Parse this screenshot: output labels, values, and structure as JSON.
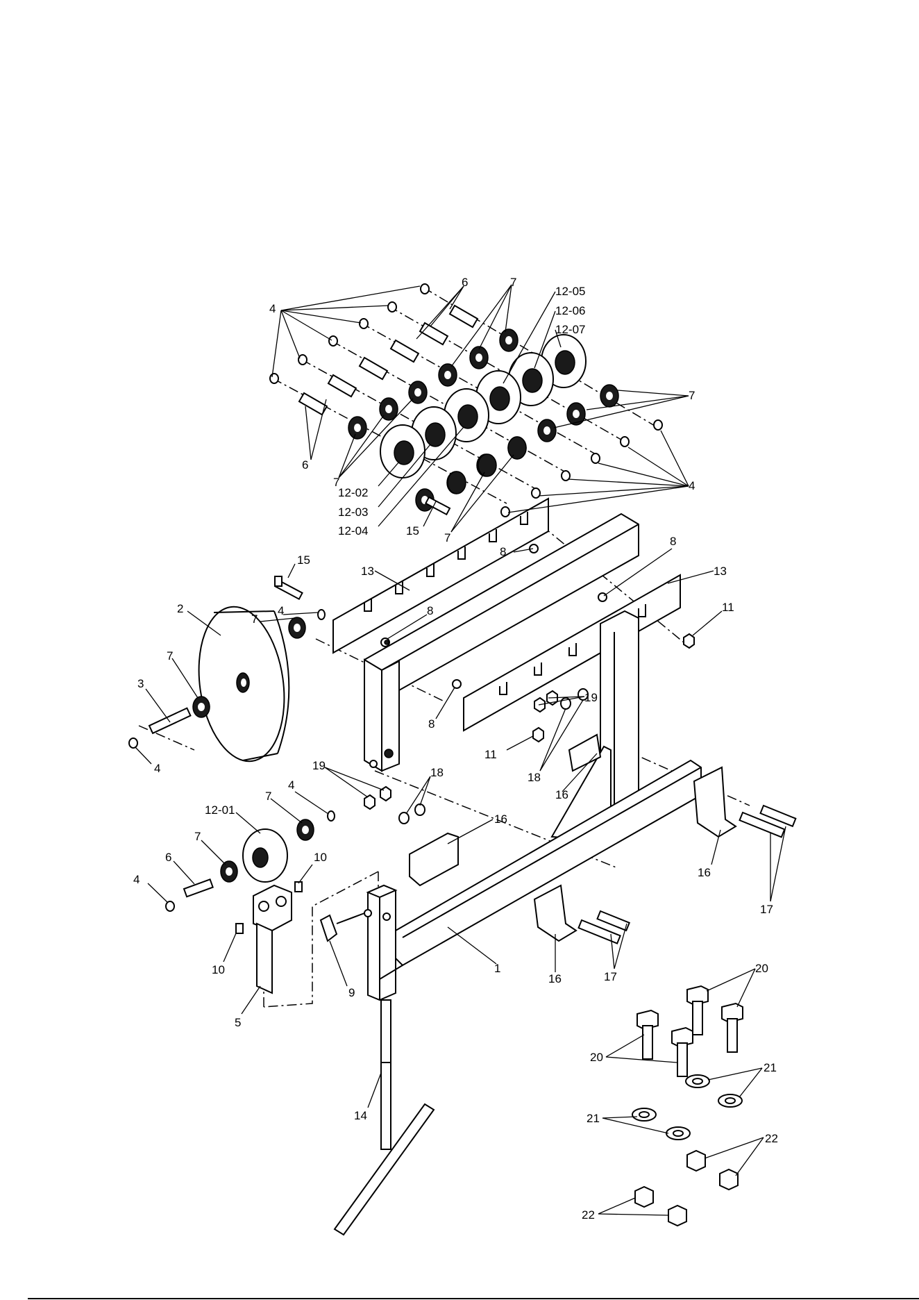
{
  "callouts": [
    {
      "id": "c4a",
      "text": "4"
    },
    {
      "id": "c6a",
      "text": "6"
    },
    {
      "id": "c7a",
      "text": "7"
    },
    {
      "id": "c1205",
      "text": "12-05"
    },
    {
      "id": "c1206",
      "text": "12-06"
    },
    {
      "id": "c1207",
      "text": "12-07"
    },
    {
      "id": "c7b",
      "text": "7"
    },
    {
      "id": "c6b",
      "text": "6"
    },
    {
      "id": "c7c",
      "text": "7"
    },
    {
      "id": "c1202",
      "text": "12-02"
    },
    {
      "id": "c1203",
      "text": "12-03"
    },
    {
      "id": "c1204",
      "text": "12-04"
    },
    {
      "id": "c15a",
      "text": "15"
    },
    {
      "id": "c7d",
      "text": "7"
    },
    {
      "id": "c4b",
      "text": "4"
    },
    {
      "id": "c8a",
      "text": "8"
    },
    {
      "id": "c13a",
      "text": "13"
    },
    {
      "id": "c8b",
      "text": "8"
    },
    {
      "id": "c8c",
      "text": "8"
    },
    {
      "id": "c13b",
      "text": "13"
    },
    {
      "id": "c11a",
      "text": "11"
    },
    {
      "id": "c15b",
      "text": "15"
    },
    {
      "id": "c2",
      "text": "2"
    },
    {
      "id": "c7e",
      "text": "7"
    },
    {
      "id": "c4c",
      "text": "4"
    },
    {
      "id": "c7f",
      "text": "7"
    },
    {
      "id": "c3",
      "text": "3"
    },
    {
      "id": "c4d",
      "text": "4"
    },
    {
      "id": "c8d",
      "text": "8"
    },
    {
      "id": "c19a",
      "text": "19"
    },
    {
      "id": "c11b",
      "text": "11"
    },
    {
      "id": "c18a",
      "text": "18"
    },
    {
      "id": "c16a",
      "text": "16"
    },
    {
      "id": "c19b",
      "text": "19"
    },
    {
      "id": "c18b",
      "text": "18"
    },
    {
      "id": "c4e",
      "text": "4"
    },
    {
      "id": "c1201",
      "text": "12-01"
    },
    {
      "id": "c7g",
      "text": "7"
    },
    {
      "id": "c7h",
      "text": "7"
    },
    {
      "id": "c16b",
      "text": "16"
    },
    {
      "id": "c10a",
      "text": "10"
    },
    {
      "id": "c6c",
      "text": "6"
    },
    {
      "id": "c4f",
      "text": "4"
    },
    {
      "id": "c10b",
      "text": "10"
    },
    {
      "id": "c16c",
      "text": "16"
    },
    {
      "id": "c17a",
      "text": "17"
    },
    {
      "id": "c9",
      "text": "9"
    },
    {
      "id": "c1",
      "text": "1"
    },
    {
      "id": "c5",
      "text": "5"
    },
    {
      "id": "c16d",
      "text": "16"
    },
    {
      "id": "c17b",
      "text": "17"
    },
    {
      "id": "c20a",
      "text": "20"
    },
    {
      "id": "c20b",
      "text": "20"
    },
    {
      "id": "c21a",
      "text": "21"
    },
    {
      "id": "c14",
      "text": "14"
    },
    {
      "id": "c21b",
      "text": "21"
    },
    {
      "id": "c22a",
      "text": "22"
    },
    {
      "id": "c22b",
      "text": "22"
    }
  ]
}
